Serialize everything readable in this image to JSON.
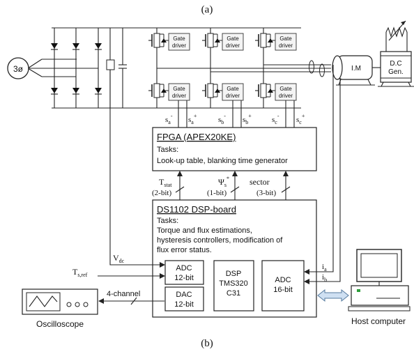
{
  "caption_top": "(a)",
  "caption_bottom": "(b)",
  "source": {
    "label": "3ø"
  },
  "gate_driver": {
    "line1": "Gate",
    "line2": "driver"
  },
  "motor": {
    "label": "I.M"
  },
  "generator": {
    "line1": "D.C",
    "line2": "Gen."
  },
  "switch_signals": [
    {
      "base": "s",
      "sub": "a",
      "sup": "-"
    },
    {
      "base": "s",
      "sub": "a",
      "sup": "+"
    },
    {
      "base": "s",
      "sub": "b",
      "sup": "-"
    },
    {
      "base": "s",
      "sub": "b",
      "sup": "+"
    },
    {
      "base": "s",
      "sub": "c",
      "sup": "-"
    },
    {
      "base": "s",
      "sub": "c",
      "sup": "+"
    }
  ],
  "fpga": {
    "title": "FPGA (APEX20KE)",
    "tasks_label": "Tasks:",
    "tasks_text": "Look-up table, blanking time generator"
  },
  "bus_signals": {
    "tstat": {
      "base": "T",
      "sub": "stat",
      "bits": "(2-bit)"
    },
    "psi": {
      "base": "Ψ",
      "sub": "s",
      "sup": "*",
      "bits": "(1-bit)"
    },
    "sector": {
      "label": "sector",
      "bits": "(3-bit)"
    }
  },
  "dsp_board": {
    "title": "DS1102  DSP-board",
    "tasks_label": "Tasks:",
    "tasks_lines": [
      "Torque and flux estimations,",
      "hysteresis controllers, modification of",
      "flux error status."
    ]
  },
  "vdc": {
    "base": "V",
    "sub": "dc"
  },
  "tsref": {
    "base": "T",
    "sub": "s,ref"
  },
  "adc12": {
    "line1": "ADC",
    "line2": "12-bit"
  },
  "dac12": {
    "line1": "DAC",
    "line2": "12-bit"
  },
  "dsp_chip": {
    "line1": "DSP",
    "line2": "TMS320",
    "line3": "C31"
  },
  "adc16": {
    "line1": "ADC",
    "line2": "16-bit"
  },
  "currents": {
    "ia": {
      "base": "i",
      "sub": "a"
    },
    "ib": {
      "base": "i",
      "sub": "b"
    }
  },
  "channel_label": "4-channel",
  "oscilloscope": {
    "label": "Oscilloscope"
  },
  "host": {
    "label": "Host computer"
  }
}
